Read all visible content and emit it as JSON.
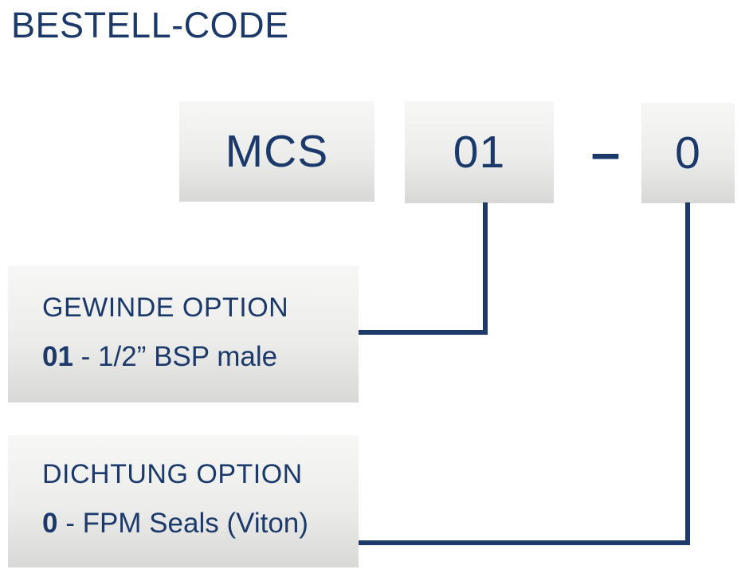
{
  "title": "BESTELL-CODE",
  "colors": {
    "navy": "#1b3a6b",
    "line": "#1e3a68",
    "box-top": "#f7f7f6",
    "box-bottom": "#d8d8d7"
  },
  "code": {
    "prefix": "MCS",
    "thread": "01",
    "separator": "–",
    "seal": "0"
  },
  "options": [
    {
      "heading": "GEWINDE OPTION",
      "value": "01",
      "description": "- 1/2” BSP male"
    },
    {
      "heading": "DICHTUNG OPTION",
      "value": "0",
      "description": "- FPM Seals (Viton)"
    }
  ]
}
